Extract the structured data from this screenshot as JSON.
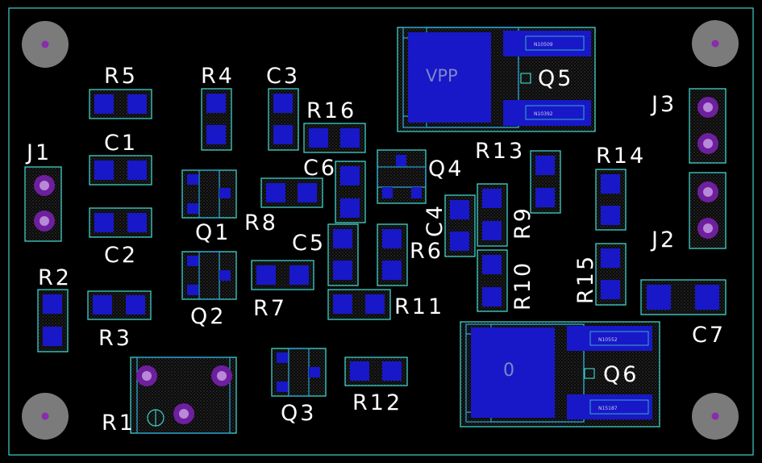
{
  "colors": {
    "background": "#000000",
    "board_outline": "#3fd2c8",
    "pad": "#1818c8",
    "via_ring": "#6e1f9e",
    "mounting_hole": "#7b7b7b",
    "silkscreen": "#ffffff"
  },
  "refs": {
    "R5": "R5",
    "R4": "R4",
    "C3": "C3",
    "R16": "R16",
    "C1": "C1",
    "J1": "J1",
    "Q1": "Q1",
    "R8": "R8",
    "C6": "C6",
    "Q4": "Q4",
    "C2": "C2",
    "R2": "R2",
    "Q2": "Q2",
    "R7": "R7",
    "C5": "C5",
    "R6": "R6",
    "R11": "R11",
    "R3": "R3",
    "R1": "R1",
    "Q3": "Q3",
    "R12": "R12",
    "C4": "C4",
    "R9": "R9",
    "R10": "R10",
    "R13": "R13",
    "R14": "R14",
    "R15": "R15",
    "Q5": "Q5",
    "Q6": "Q6",
    "J3": "J3",
    "J2": "J2",
    "C7": "C7"
  },
  "nets": {
    "q5_tab": "VPP",
    "q5_pin_top": "N10509",
    "q5_pin_bottom": "N10392",
    "q6_tab": "0",
    "q6_pin_top": "N10552",
    "q6_pin_bottom": "N15187"
  }
}
